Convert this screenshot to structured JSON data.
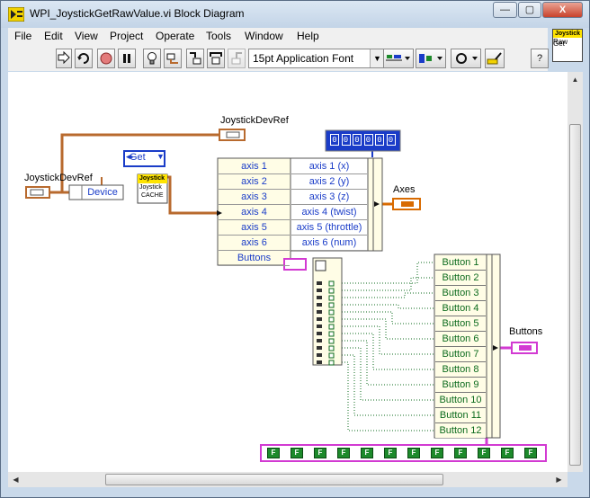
{
  "window": {
    "title": "WPI_JoystickGetRawValue.vi Block Diagram",
    "minimize": "—",
    "maximize": "▢",
    "close": "X"
  },
  "menu": [
    "File",
    "Edit",
    "View",
    "Project",
    "Operate",
    "Tools",
    "Window",
    "Help"
  ],
  "toolbar": {
    "font": "15pt Application Font",
    "help": "?"
  },
  "vi_icon": {
    "header": "Joystick",
    "line1": "Get",
    "line2": "Raw"
  },
  "diagram": {
    "ref_label_top": "JoystickDevRef",
    "ref_label_left": "JoystickDevRef",
    "unbundle_field": "Device",
    "get_selector": "Get",
    "cache_header": "Joystick",
    "cache_line1": "Joystick",
    "cache_line2": "CACHE",
    "cluster_fields": [
      "axis 1",
      "axis 2",
      "axis 3",
      "axis 4",
      "axis 5",
      "axis 6",
      "Buttons"
    ],
    "axis_fields": [
      "axis 1 (x)",
      "axis 2 (y)",
      "axis 3 (z)",
      "axis 4 (twist)",
      "axis 5 (throttle)",
      "axis 6 (num)"
    ],
    "axes_label": "Axes",
    "array_index_digits": [
      "0",
      "0",
      "0",
      "0",
      "0",
      "0"
    ],
    "button_fields": [
      "Button 1",
      "Button 2",
      "Button 3",
      "Button 4",
      "Button 5",
      "Button 6",
      "Button 7",
      "Button 8",
      "Button 9",
      "Button 10",
      "Button 11",
      "Button 12"
    ],
    "buttons_label": "Buttons",
    "bool_constant": "F",
    "bool_constant_count": 12
  },
  "colors": {
    "ref_wire": "#b86a2e",
    "numeric_wire": "#1a3cc8",
    "boolean_wire": "#0d6b1e",
    "boolean_array_wire": "#d23ad2",
    "cluster_bg": "#fffde6"
  }
}
